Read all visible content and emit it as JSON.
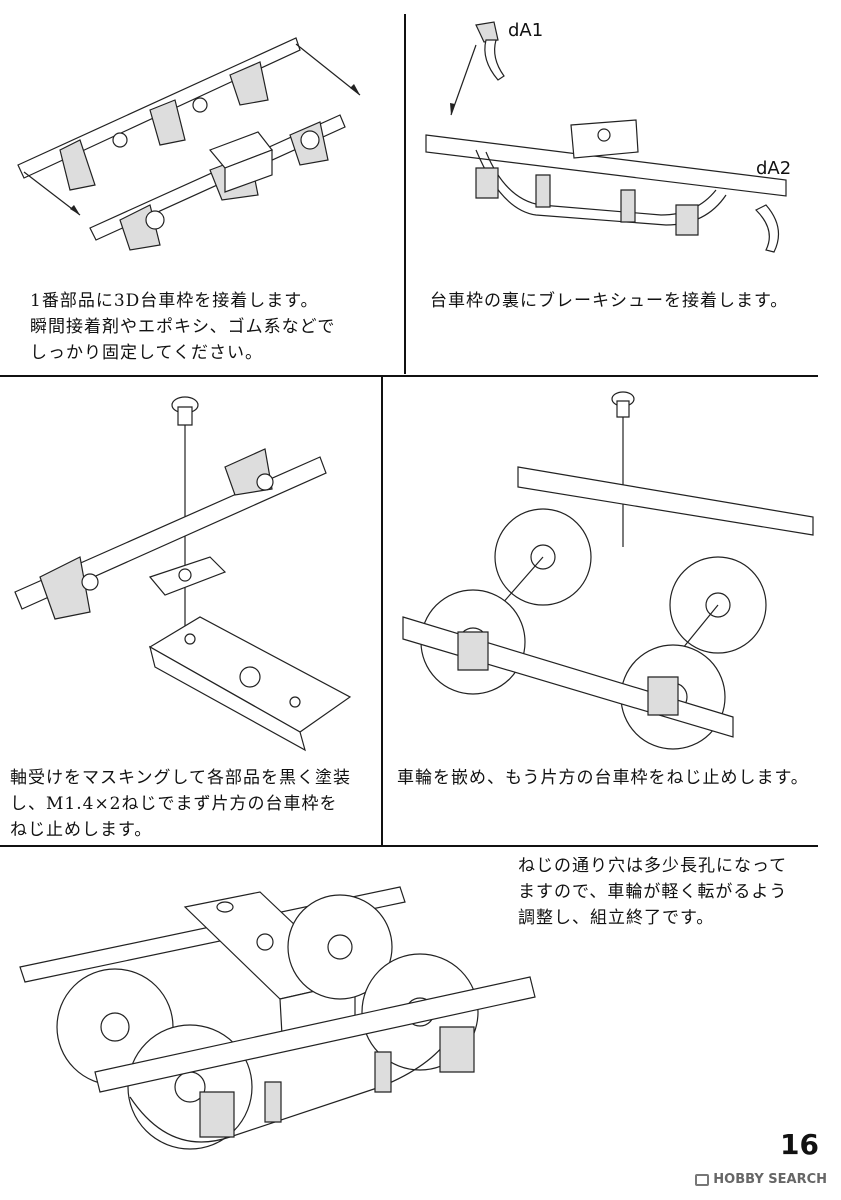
{
  "captions": {
    "step1": "1番部品に3D台車枠を接着します。\n瞬間接着剤やエポキシ、ゴム系などで\nしっかり固定してください。",
    "step2": "台車枠の裏にブレーキシューを接着します。",
    "step3": "軸受けをマスキングして各部品を黒く塗装\nし、M1.4×2ねじでまず片方の台車枠を\nねじ止めします。",
    "step4": "車輪を嵌め、もう片方の台車枠をねじ止めします。",
    "step5": "ねじの通り穴は多少長孔になって\nますので、車輪が軽く転がるよう\n調整し、組立終了です。"
  },
  "labels": {
    "dA1": "dA1",
    "dA2": "dA2"
  },
  "page_number": "16",
  "watermark": "HOBBY SEARCH"
}
